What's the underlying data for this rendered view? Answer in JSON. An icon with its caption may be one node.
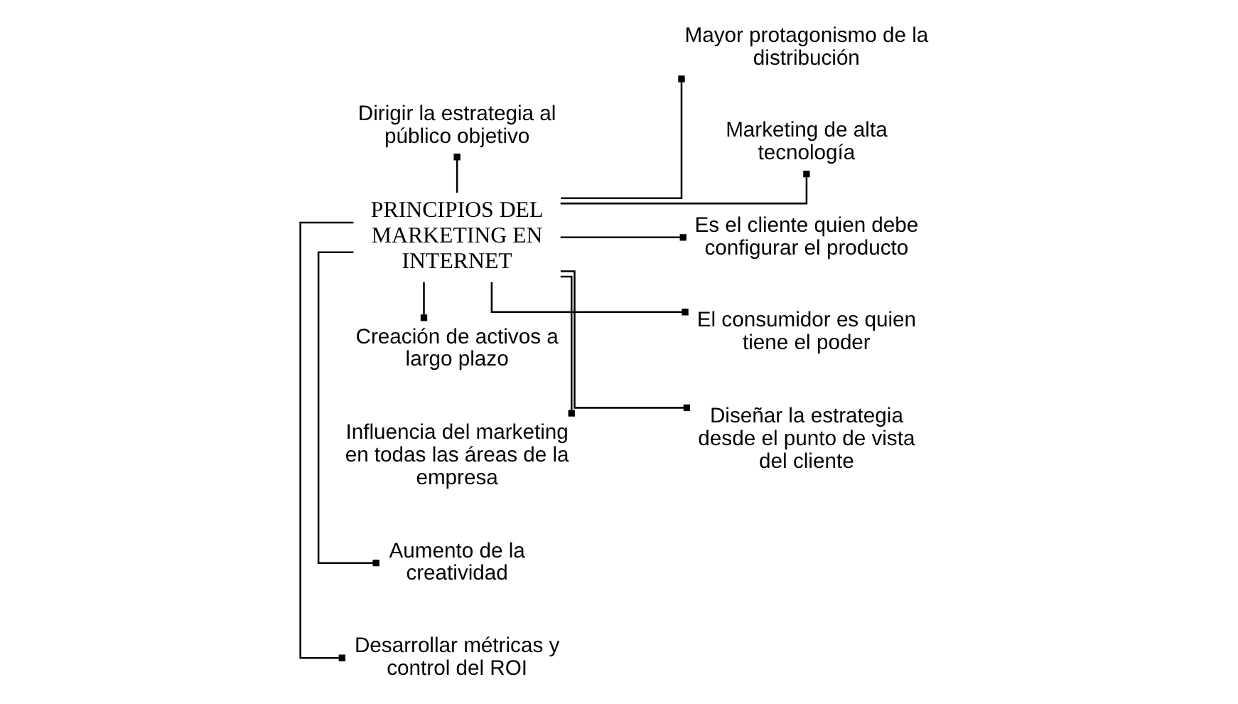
{
  "diagram": {
    "nodes": [
      {
        "text": [
          "Dirigir la estrategia al público objetivo"
        ]
      },
      {
        "text": [
          "Creación de activos a largo plazo"
        ]
      },
      {
        "text": [
          "Influencia del marketing en todas las áreas de la empresa"
        ]
      },
      {
        "text": [
          "Aumento de la creatividad"
        ]
      },
      {
        "text": [
          "Desarrollar métricas y control del ROI"
        ]
      },
      {
        "text": [
          "PRINCIPIOS DEL MARKETING EN INTERNET"
        ]
      },
      {
        "text": [
          "Mayor protagonismo de la distribución"
        ]
      },
      {
        "text": [
          "Marketing de alta tecnología"
        ]
      },
      {
        "text": [
          "Es el cliente quien debe configurar el producto"
        ]
      },
      {
        "text": [
          "El consumidor es quien tiene el poder"
        ]
      },
      {
        "text": [
          "Diseñar la estrategia desde el punto de vista del cliente"
        ]
      }
    ],
    "edges": [
      {
        "from": 5,
        "to": 0,
        "arrow": "other"
      },
      {
        "from": 5,
        "to": 1,
        "arrow": "other"
      },
      {
        "from": 5,
        "to": 2,
        "arrow": "other"
      },
      {
        "from": 5,
        "to": 3,
        "arrow": "other"
      },
      {
        "from": 5,
        "to": 4,
        "arrow": "other"
      },
      {
        "from": 5,
        "to": 6,
        "arrow": "other"
      },
      {
        "from": 5,
        "to": 7,
        "arrow": "other"
      },
      {
        "from": 5,
        "to": 8,
        "arrow": "other"
      },
      {
        "from": 5,
        "to": 9,
        "arrow": "other"
      },
      {
        "from": 5,
        "to": 10,
        "arrow": "other"
      }
    ]
  }
}
